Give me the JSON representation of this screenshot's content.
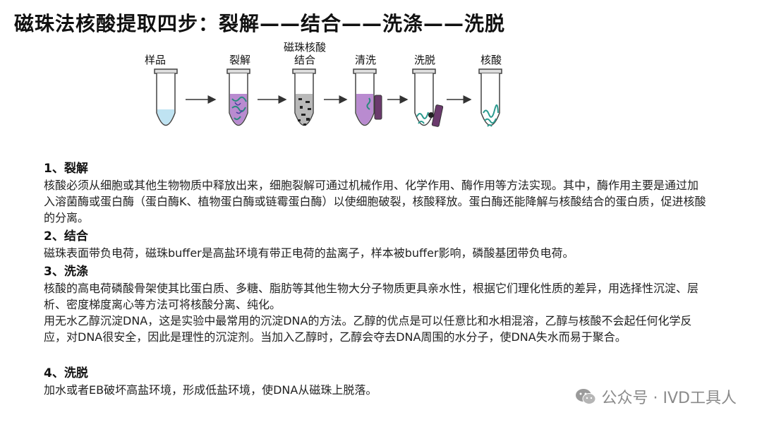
{
  "title": "磁珠法核酸提取四步：裂解——结合——洗涤——洗脱",
  "diagram": {
    "steps": [
      {
        "label": "样品"
      },
      {
        "label": "裂解"
      },
      {
        "label": "磁珠核酸",
        "label2": "结合"
      },
      {
        "label": "清洗"
      },
      {
        "label": "洗脱"
      },
      {
        "label": "核酸"
      }
    ]
  },
  "sections": [
    {
      "heading": "1、裂解",
      "paragraphs": [
        "核酸必须从细胞或其他生物物质中释放出来，细胞裂解可通过机械作用、化学作用、酶作用等方法实现。其中，酶作用主要是通过加入溶菌酶或蛋白酶（蛋白酶K、植物蛋白酶或链霉蛋白酶）以使细胞破裂，核酸释放。蛋白酶还能降解与核酸结合的蛋白质，促进核酸的分离。"
      ]
    },
    {
      "heading": "2、结合",
      "paragraphs": [
        "磁珠表面带负电荷，磁珠buffer是高盐环境有带正电荷的盐离子，样本被buffer影响，磷酸基团带负电荷。"
      ]
    },
    {
      "heading": "3、洗涤",
      "paragraphs": [
        "核酸的高电荷磷酸骨架使其比蛋白质、多糖、脂肪等其他生物大分子物质更具亲水性，根据它们理化性质的差异，用选择性沉淀、层析、密度梯度离心等方法可将核酸分离、纯化。",
        "用无水乙醇沉淀DNA，这是实验中最常用的沉淀DNA的方法。乙醇的优点是可以任意比和水相混溶，乙醇与核酸不会起任何化学反应，对DNA很安全，因此是理性的沉淀剂。当加入乙醇时，乙醇会夺去DNA周围的水分子，使DNA失水而易于聚合。"
      ]
    },
    {
      "heading": "4、洗脱",
      "paragraphs": [
        "加水或者EB破坏高盐环境，形成低盐环境，使DNA从磁珠上脱落。"
      ]
    }
  ],
  "watermark": {
    "text": "公众号 · IVD工具人",
    "icon": "wechat-icon"
  }
}
